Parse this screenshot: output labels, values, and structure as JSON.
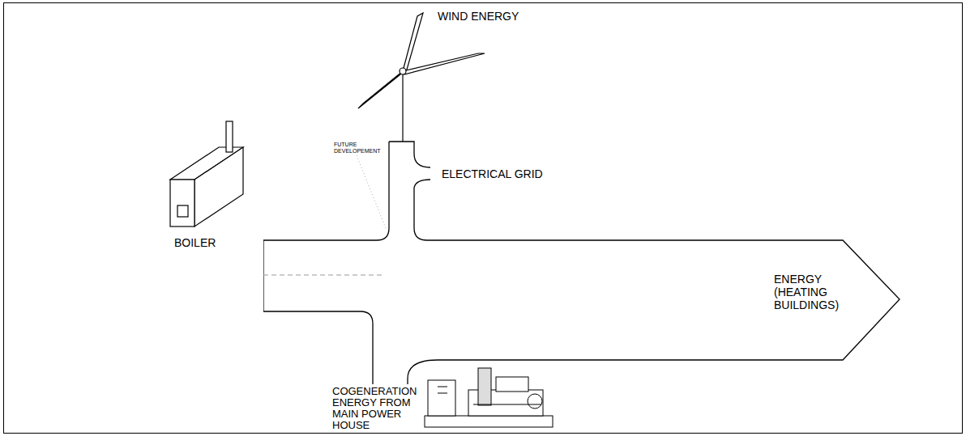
{
  "diagram": {
    "nodes": [
      {
        "text": [
          "ENERGY (HEATING BUILDINGS)"
        ]
      }
    ],
    "labels": [
      "WIND ENERGY",
      "FUTURE DEVELOPEMENT",
      "ELECTRICAL GRID",
      "BOILER",
      "COGENERATION ENERGY FROM MAIN POWER HOUSE"
    ]
  }
}
